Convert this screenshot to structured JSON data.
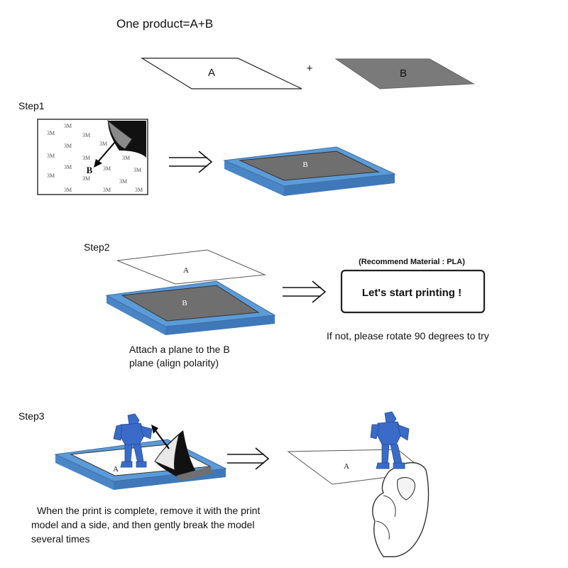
{
  "title": "One product=A+B",
  "plates": {
    "a": "A",
    "b": "B",
    "plus": "+"
  },
  "colors": {
    "blue": "#5b9bd8",
    "blue_dark": "#3f78b8",
    "gray": "#7a7a7a",
    "figure": "#3a6bc8"
  },
  "step1": {
    "label": "Step1",
    "sticker_mark": "3M",
    "sticker_letter": "B",
    "bed_label": "B"
  },
  "step2": {
    "label": "Step2",
    "sheet_label": "A",
    "bed_label": "B",
    "recommend": "(Recommend Material : PLA)",
    "start": "Let's start printing !",
    "if_not": "If not, please rotate 90 degrees to try",
    "caption_line1": "Attach a plane to the B",
    "caption_line2": "plane (align polarity)"
  },
  "step3": {
    "label": "Step3",
    "bed_label": "A",
    "sheet_label": "A",
    "caption_line1": "When the print is complete, remove it with the print",
    "caption_line2": "model and a side, and then gently break the model",
    "caption_line3": "several times"
  },
  "icons": {
    "implies": "double-right-arrow-icon",
    "peel": "arrow-icon"
  }
}
